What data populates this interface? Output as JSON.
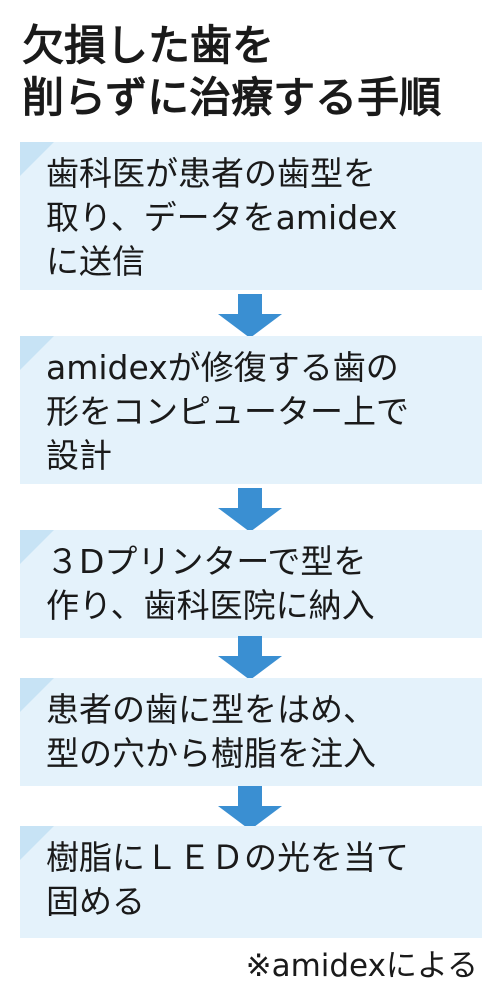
{
  "title": {
    "line1": "欠損した歯を",
    "line2": "削らずに治療する手順"
  },
  "steps": [
    {
      "lines": [
        "歯科医が患者の歯型を",
        "取り、データをamidex",
        "に送信"
      ]
    },
    {
      "lines": [
        "amidexが修復する歯の",
        "形をコンピューター上で",
        "設計"
      ]
    },
    {
      "lines": [
        "３Dプリンターで型を",
        "作り、歯科医院に納入"
      ]
    },
    {
      "lines": [
        "患者の歯に型をはめ、",
        "型の穴から樹脂を注入"
      ]
    },
    {
      "lines": [
        "樹脂にＬＥＤの光を当て",
        "固める"
      ]
    }
  ],
  "footnote": "※amidexによる",
  "colors": {
    "box": "#e4f2fb",
    "corner": "#c7e3f5",
    "arrow": "#3a8fd2",
    "text": "#1a1a1a"
  }
}
